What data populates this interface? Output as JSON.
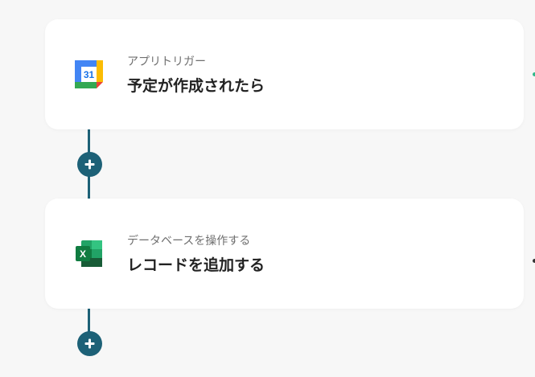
{
  "flow": {
    "steps": [
      {
        "subtitle": "アプリトリガー",
        "title": "予定が作成されたら",
        "icon": "google-calendar-icon",
        "icon_text": "31"
      },
      {
        "subtitle": "データベースを操作する",
        "title": "レコードを追加する",
        "icon": "excel-icon",
        "icon_text": "X"
      }
    ],
    "add_button_icon": "plus-icon"
  },
  "colors": {
    "background": "#f7f7f7",
    "connector": "#1d6177",
    "add_button": "#1d6177",
    "card": "#ffffff",
    "title_text": "#222222",
    "subtitle_text": "#6f6f6f"
  }
}
